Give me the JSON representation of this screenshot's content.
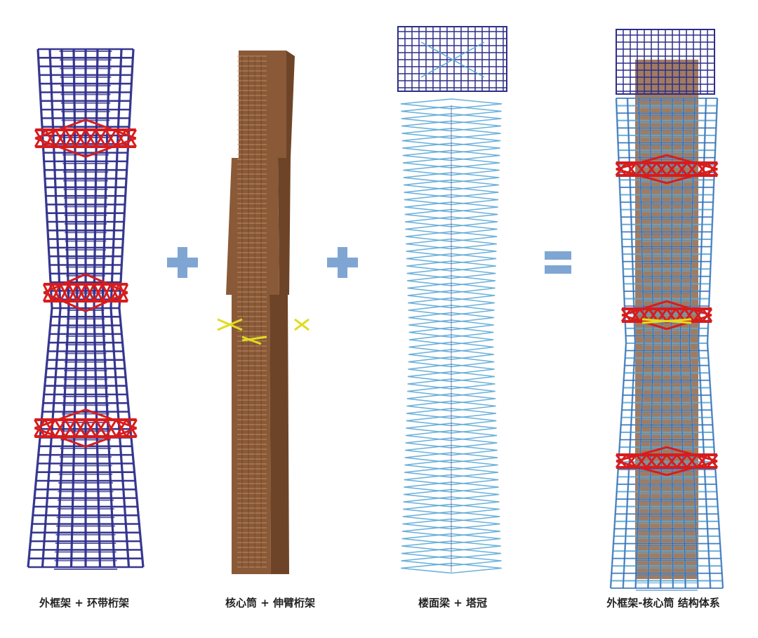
{
  "panels": [
    {
      "caption": "外框架 + 环带桁架"
    },
    {
      "caption": "核心筒 + 伸臂桁架"
    },
    {
      "caption": "楼面梁 + 塔冠"
    },
    {
      "caption": "外框架-核心筒 结构体系"
    }
  ],
  "operators": [
    "+",
    "+",
    "="
  ],
  "colors": {
    "frame": "#2e2e8c",
    "truss": "#d81c1c",
    "core": "#8a5a38",
    "core_light": "#a8734c",
    "outrigger": "#e0dc20",
    "floor_beam": "#5ba8d6",
    "operator": "#7fa6d2"
  }
}
